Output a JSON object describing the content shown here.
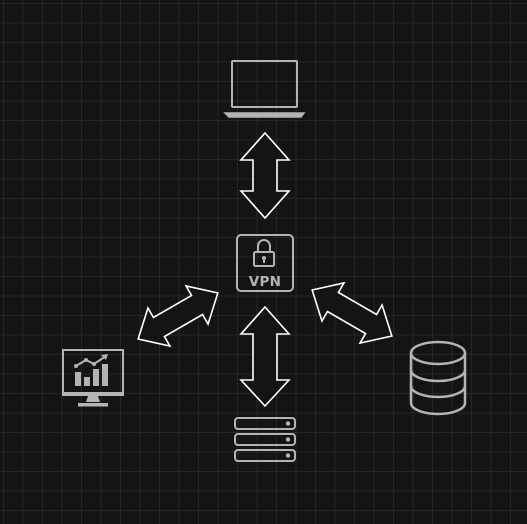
{
  "diagram": {
    "hub": {
      "label": "VPN",
      "icon": "padlock-icon"
    },
    "nodes": [
      {
        "id": "laptop",
        "icon": "laptop-icon"
      },
      {
        "id": "analytics-monitor",
        "icon": "analytics-monitor-icon"
      },
      {
        "id": "server-rack",
        "icon": "server-rack-icon"
      },
      {
        "id": "database",
        "icon": "database-icon"
      }
    ],
    "connections": [
      {
        "from": "vpn",
        "to": "laptop",
        "type": "bidirectional"
      },
      {
        "from": "vpn",
        "to": "analytics-monitor",
        "type": "bidirectional"
      },
      {
        "from": "vpn",
        "to": "server-rack",
        "type": "bidirectional"
      },
      {
        "from": "vpn",
        "to": "database",
        "type": "bidirectional"
      }
    ],
    "colors": {
      "background": "#141414",
      "grid": "#262626",
      "icon": "#b4b4b4",
      "arrow_stroke": "#ffffff",
      "arrow_fill": "#141414"
    }
  }
}
